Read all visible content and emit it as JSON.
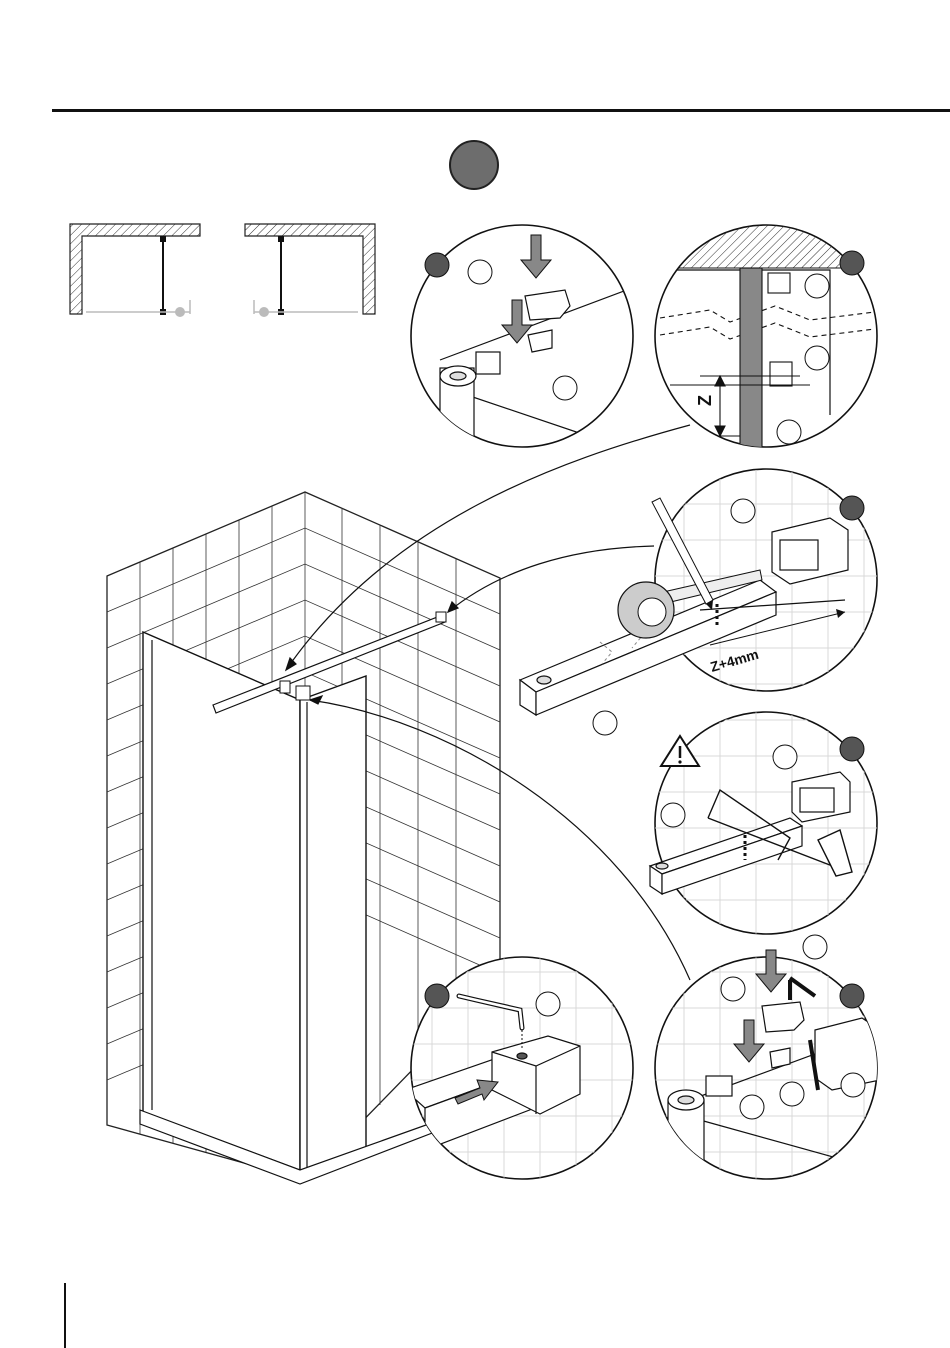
{
  "page": {
    "background": "#ffffff",
    "ink": "#1a1a1a",
    "badge_color": "#6d6d6d"
  },
  "dimension_labels": {
    "z_label": "Z",
    "z_plus_label": "Z+4mm"
  },
  "icons": {
    "warning": "warning-triangle-icon",
    "arrow": "down-arrow-icon",
    "hex_key": "hex-key-icon",
    "saw": "hacksaw-icon",
    "pencil": "pencil-icon",
    "tape": "tape-measure-icon"
  },
  "detail_callouts": [
    {
      "id": "detail-1",
      "badge": "filled"
    },
    {
      "id": "detail-2",
      "badge": "filled"
    },
    {
      "id": "detail-3",
      "badge": "filled"
    },
    {
      "id": "detail-4",
      "badge": "filled"
    },
    {
      "id": "detail-5",
      "badge": "filled"
    },
    {
      "id": "detail-6",
      "badge": "filled"
    }
  ]
}
